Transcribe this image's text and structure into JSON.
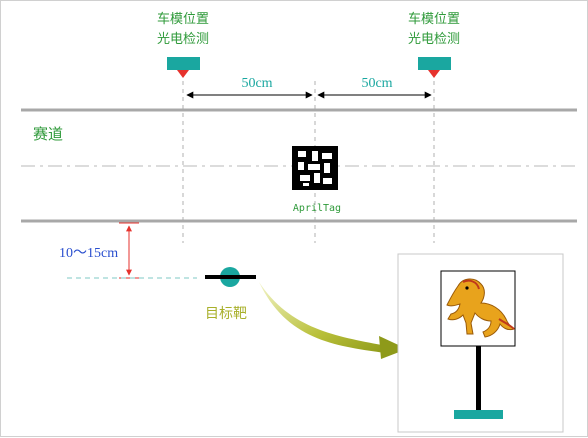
{
  "sensor_left": {
    "line1": "车模位置",
    "line2": "光电检测"
  },
  "sensor_right": {
    "line1": "车模位置",
    "line2": "光电检测"
  },
  "dim_left": "50cm",
  "dim_right": "50cm",
  "track_label": "赛道",
  "apriltag_label": "AprilTag",
  "offset_label": "10～15cm",
  "target_label": "目标靶",
  "colors": {
    "teal": "#1aa7a0",
    "red": "#e6322d",
    "green_text": "#2f9a3a",
    "blue_text": "#2a4fcf",
    "olive": "#a8b02a",
    "gray_line": "#a8a8a8",
    "horse": "#e8a31c"
  }
}
